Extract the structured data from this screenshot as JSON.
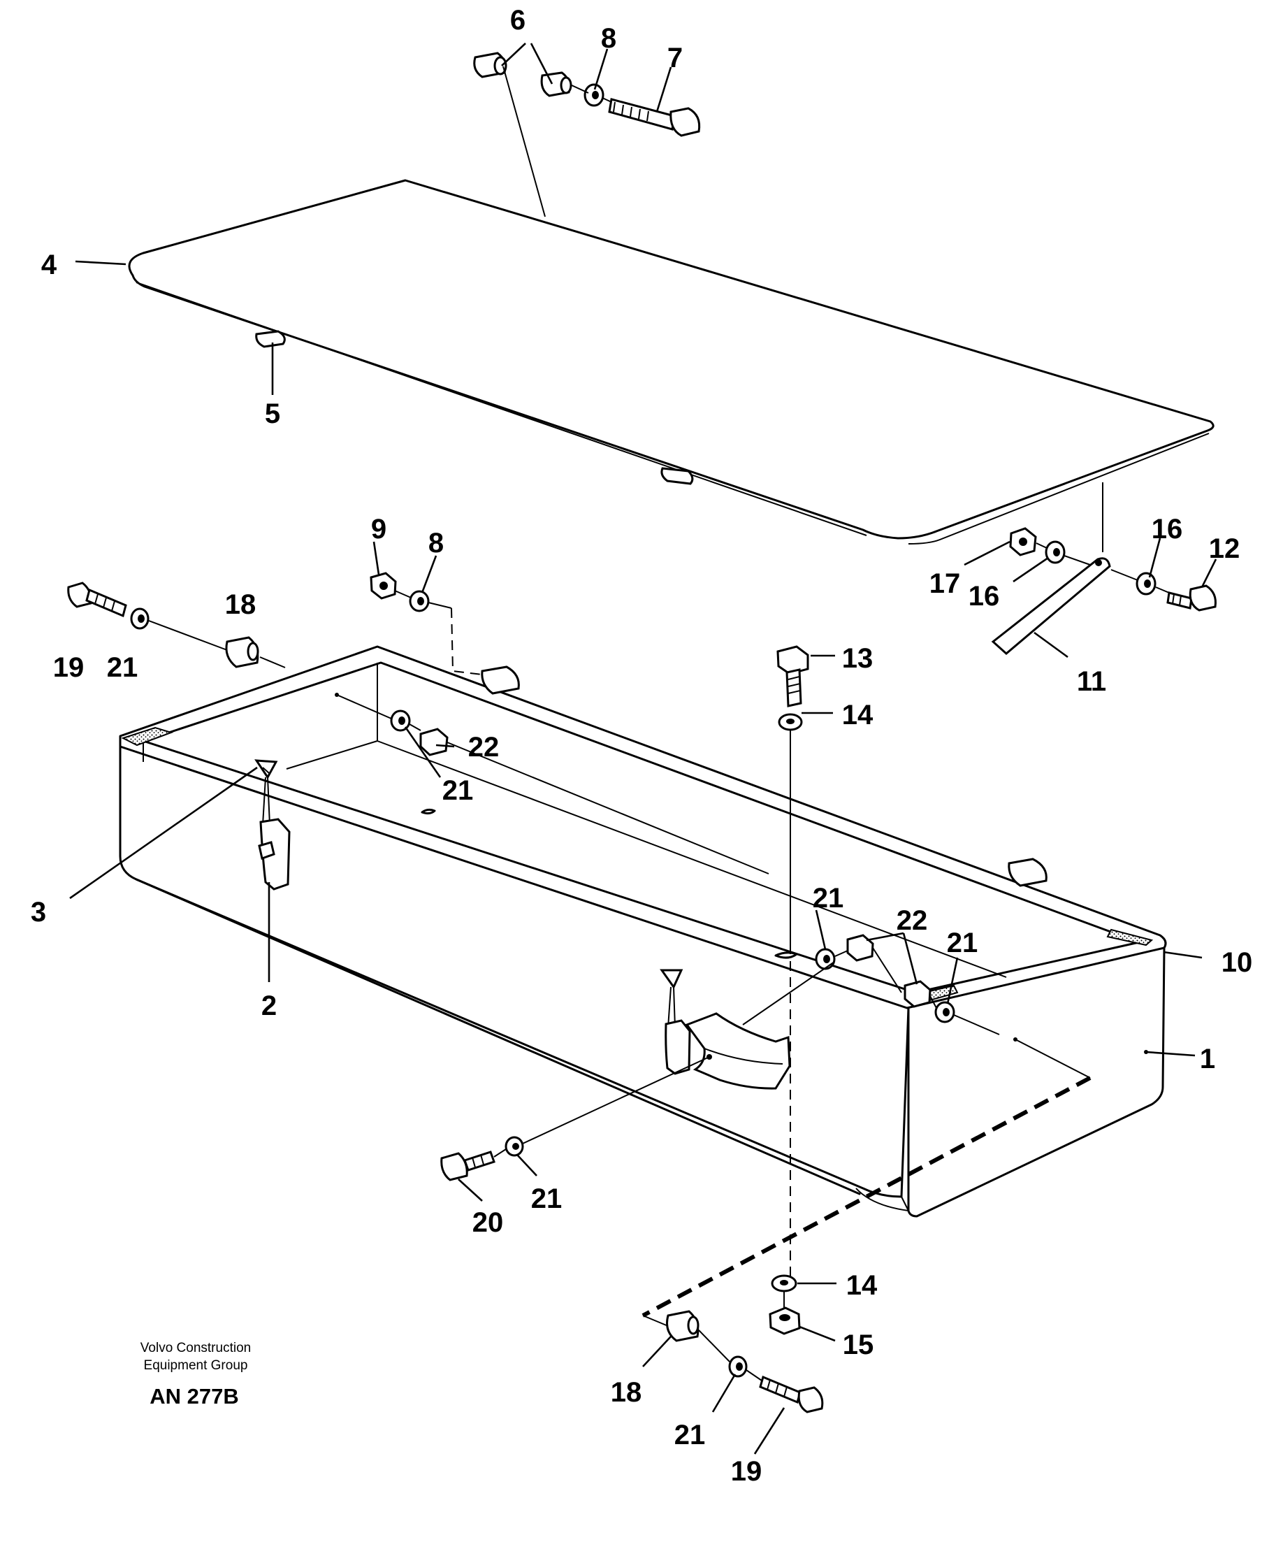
{
  "drawing": {
    "publisher_line1": "Volvo Construction",
    "publisher_line2": "Equipment Group",
    "drawing_code": "AN 277B"
  },
  "callouts": {
    "c1": "1",
    "c2": "2",
    "c3": "3",
    "c4": "4",
    "c5": "5",
    "c6": "6",
    "c7": "7",
    "c8a": "8",
    "c8b": "8",
    "c9": "9",
    "c10": "10",
    "c11": "11",
    "c12": "12",
    "c13": "13",
    "c14a": "14",
    "c14b": "14",
    "c15": "15",
    "c16a": "16",
    "c16b": "16",
    "c17": "17",
    "c18a": "18",
    "c18b": "18",
    "c19a": "19",
    "c19b": "19",
    "c20": "20",
    "c21a": "21",
    "c21b": "21",
    "c21c": "21",
    "c21d": "21",
    "c21e": "21",
    "c21f": "21",
    "c22a": "22",
    "c22b": "22"
  }
}
